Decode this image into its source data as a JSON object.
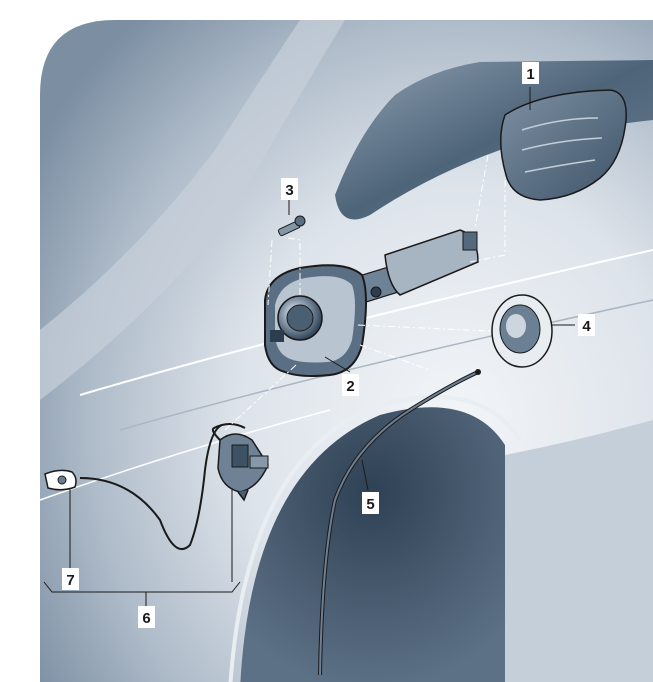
{
  "callouts": {
    "c1": "1",
    "c2": "2",
    "c3": "3",
    "c4": "4",
    "c5": "5",
    "c6": "6",
    "c7": "7"
  },
  "colors": {
    "body_light": "#e2e7ed",
    "body_mid": "#b9c3ce",
    "body_dark": "#5a6f84",
    "window": "#52687e",
    "part_dark": "#3e5266",
    "line": "#1a1a1a"
  }
}
